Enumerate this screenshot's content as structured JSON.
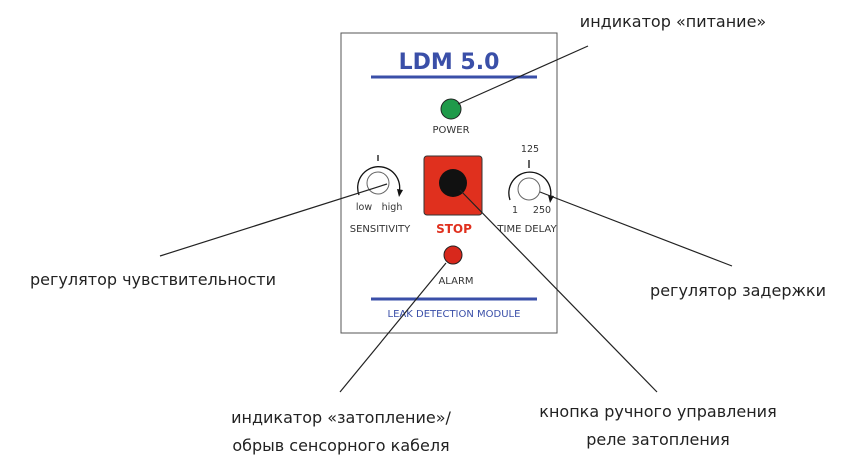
{
  "device": {
    "title": "LDM 5.0",
    "footer": "LEAK DETECTION MODULE",
    "power_label": "POWER",
    "stop_label": "STOP",
    "alarm_label": "ALARM",
    "sensitivity": {
      "label": "SENSITIVITY",
      "min_label": "low",
      "max_label": "high"
    },
    "time_delay": {
      "label": "TIME DELAY",
      "top_value": "125",
      "min_value": "1",
      "max_value": "250"
    }
  },
  "callouts": {
    "power_indicator": "индикатор «питание»",
    "sensitivity_regulator": "регулятор чувствительности",
    "delay_regulator": "регулятор задержки",
    "alarm_indicator_line1": "индикатор «затопление»/",
    "alarm_indicator_line2": "обрыв сенсорного кабеля",
    "stop_button_line1": "кнопка ручного управления",
    "stop_button_line2": "реле затопления"
  },
  "colors": {
    "title_blue": "#3a4fa8",
    "power_green": "#1f9a4a",
    "stop_red": "#e0301e",
    "alarm_red": "#d8281c"
  }
}
